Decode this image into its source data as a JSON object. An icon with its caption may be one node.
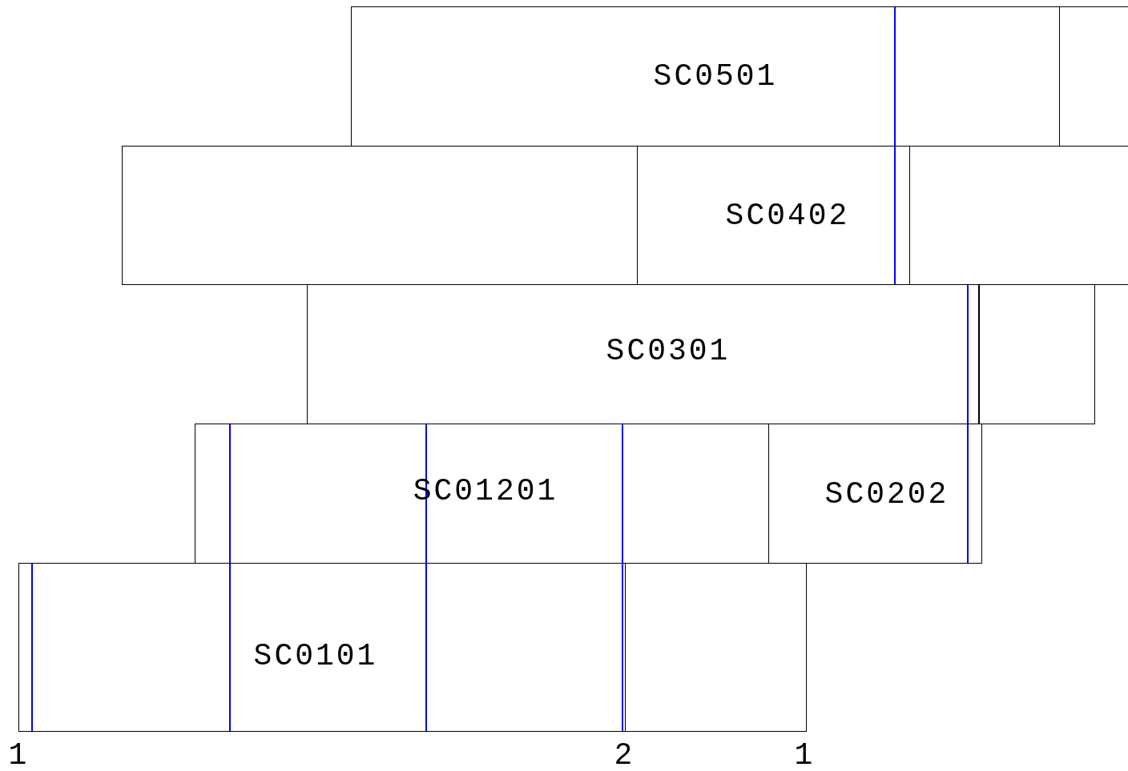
{
  "diagram": {
    "nodes": [
      {
        "text": [
          "SC0501"
        ]
      },
      {
        "text": [],
        "shape": "box"
      },
      {
        "text": [],
        "shape": "box"
      },
      {
        "text": [
          "SC0402"
        ]
      },
      {
        "text": [],
        "shape": "box"
      },
      {
        "text": [
          "SC0301"
        ]
      },
      {
        "text": [],
        "shape": "box"
      },
      {
        "text": [
          "SC01201"
        ]
      },
      {
        "text": [
          "SC0202"
        ]
      },
      {
        "text": [
          "SC0101"
        ]
      },
      {
        "text": [],
        "shape": "box"
      }
    ],
    "edges": [],
    "labels": [
      "1",
      "2",
      "1"
    ]
  }
}
